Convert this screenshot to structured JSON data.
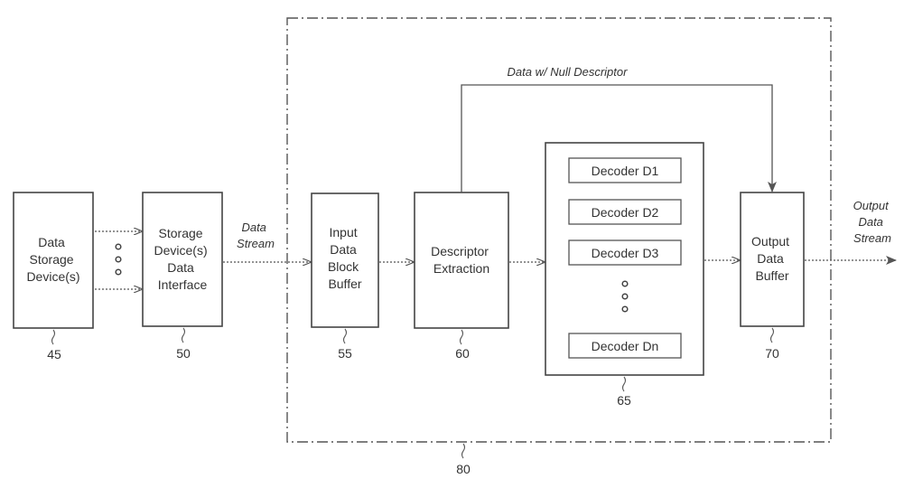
{
  "diagram": {
    "blocks": {
      "data_storage": {
        "lines": [
          "Data",
          "Storage",
          "Device(s)"
        ],
        "ref": "45"
      },
      "storage_interface": {
        "lines": [
          "Storage",
          "Device(s)",
          "Data",
          "Interface"
        ],
        "ref": "50"
      },
      "input_buffer": {
        "lines": [
          "Input",
          "Data",
          "Block",
          "Buffer"
        ],
        "ref": "55"
      },
      "descriptor_extraction": {
        "lines": [
          "Descriptor",
          "Extraction"
        ],
        "ref": "60"
      },
      "decoders": {
        "ref": "65",
        "items": [
          "Decoder D1",
          "Decoder D2",
          "Decoder D3",
          "Decoder Dn"
        ]
      },
      "output_buffer": {
        "lines": [
          "Output",
          "Data",
          "Buffer"
        ],
        "ref": "70"
      }
    },
    "boundary_ref": "80",
    "labels": {
      "data_stream": [
        "Data",
        "Stream"
      ],
      "output_data_stream": [
        "Output",
        "Data",
        "Stream"
      ],
      "null_descriptor": "Data w/ Null Descriptor"
    }
  }
}
